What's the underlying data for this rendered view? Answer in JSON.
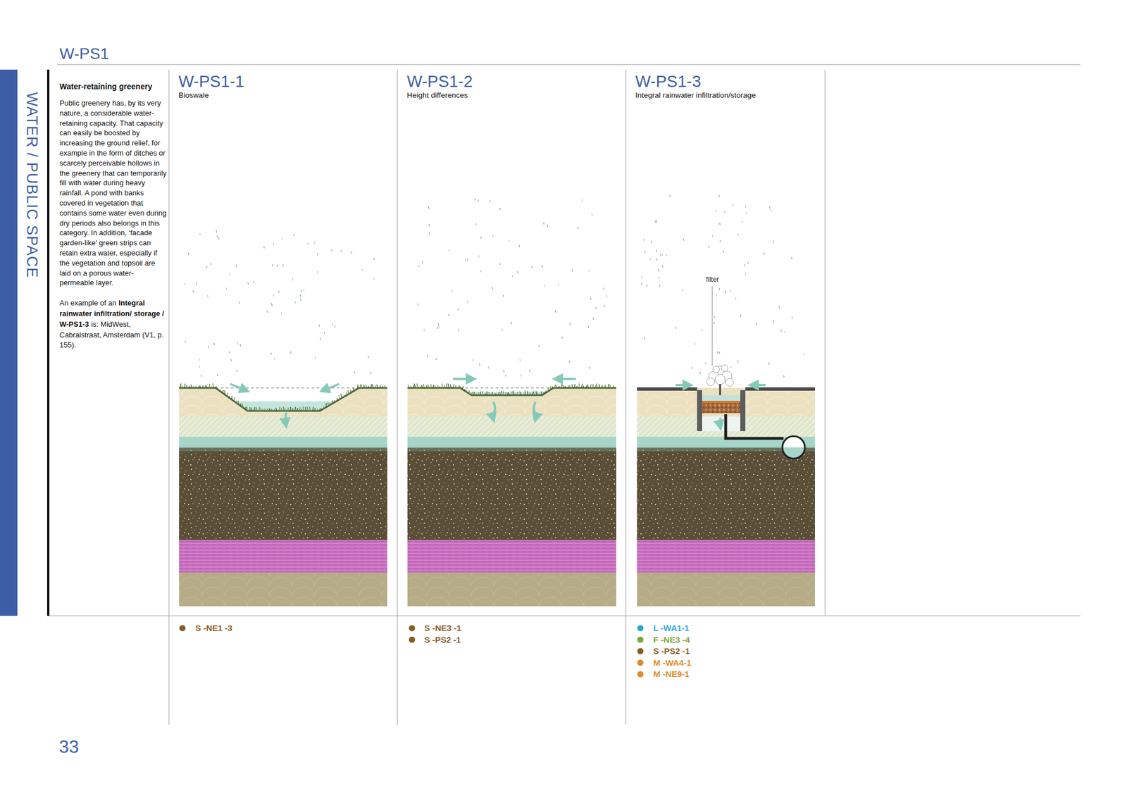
{
  "diagram": {
    "title": "W-PS1",
    "nodes": [
      {
        "text": [
          "WATER / PUBLIC SPACE"
        ]
      },
      {
        "text": [
          "Water-retaining greenery",
          "Public greenery has, by its very nature, a considerable water-retaining capacity. That capacity can easily be boosted by increasing the ground relief, for example in the form of ditches or scarcely perceivable hollows in the greenery that can temporarily fill with water during heavy rainfall. A pond with banks covered in vegetation that contains some water even during dry periods also belongs in this category. In addition, ‘facade garden-like’ green strips can retain extra water, especially if the vegetation and topsoil are laid on a porous water-permeable layer.",
          "An example of an",
          "Integral rainwater infiltration/ storage / W-PS1-3",
          "is: MidWest, Cabralstraat, Amsterdam (V1, p. 155)."
        ]
      },
      {
        "text": [
          "W-PS1-1",
          "Bioswale"
        ]
      },
      {
        "text": [
          "W-PS1-2",
          "Height differences"
        ]
      },
      {
        "text": [
          "W-PS1-3",
          "Integral rainwater infiltration/storage"
        ]
      }
    ],
    "labels": [
      "filter",
      "S -NE1 -3",
      "S -NE3 -1",
      "S -PS2 -1",
      "L -WA1-1",
      "F -NE3 -4",
      "S -PS2 -1",
      "M -WA4-1",
      "M -NE9-1",
      "33"
    ]
  }
}
